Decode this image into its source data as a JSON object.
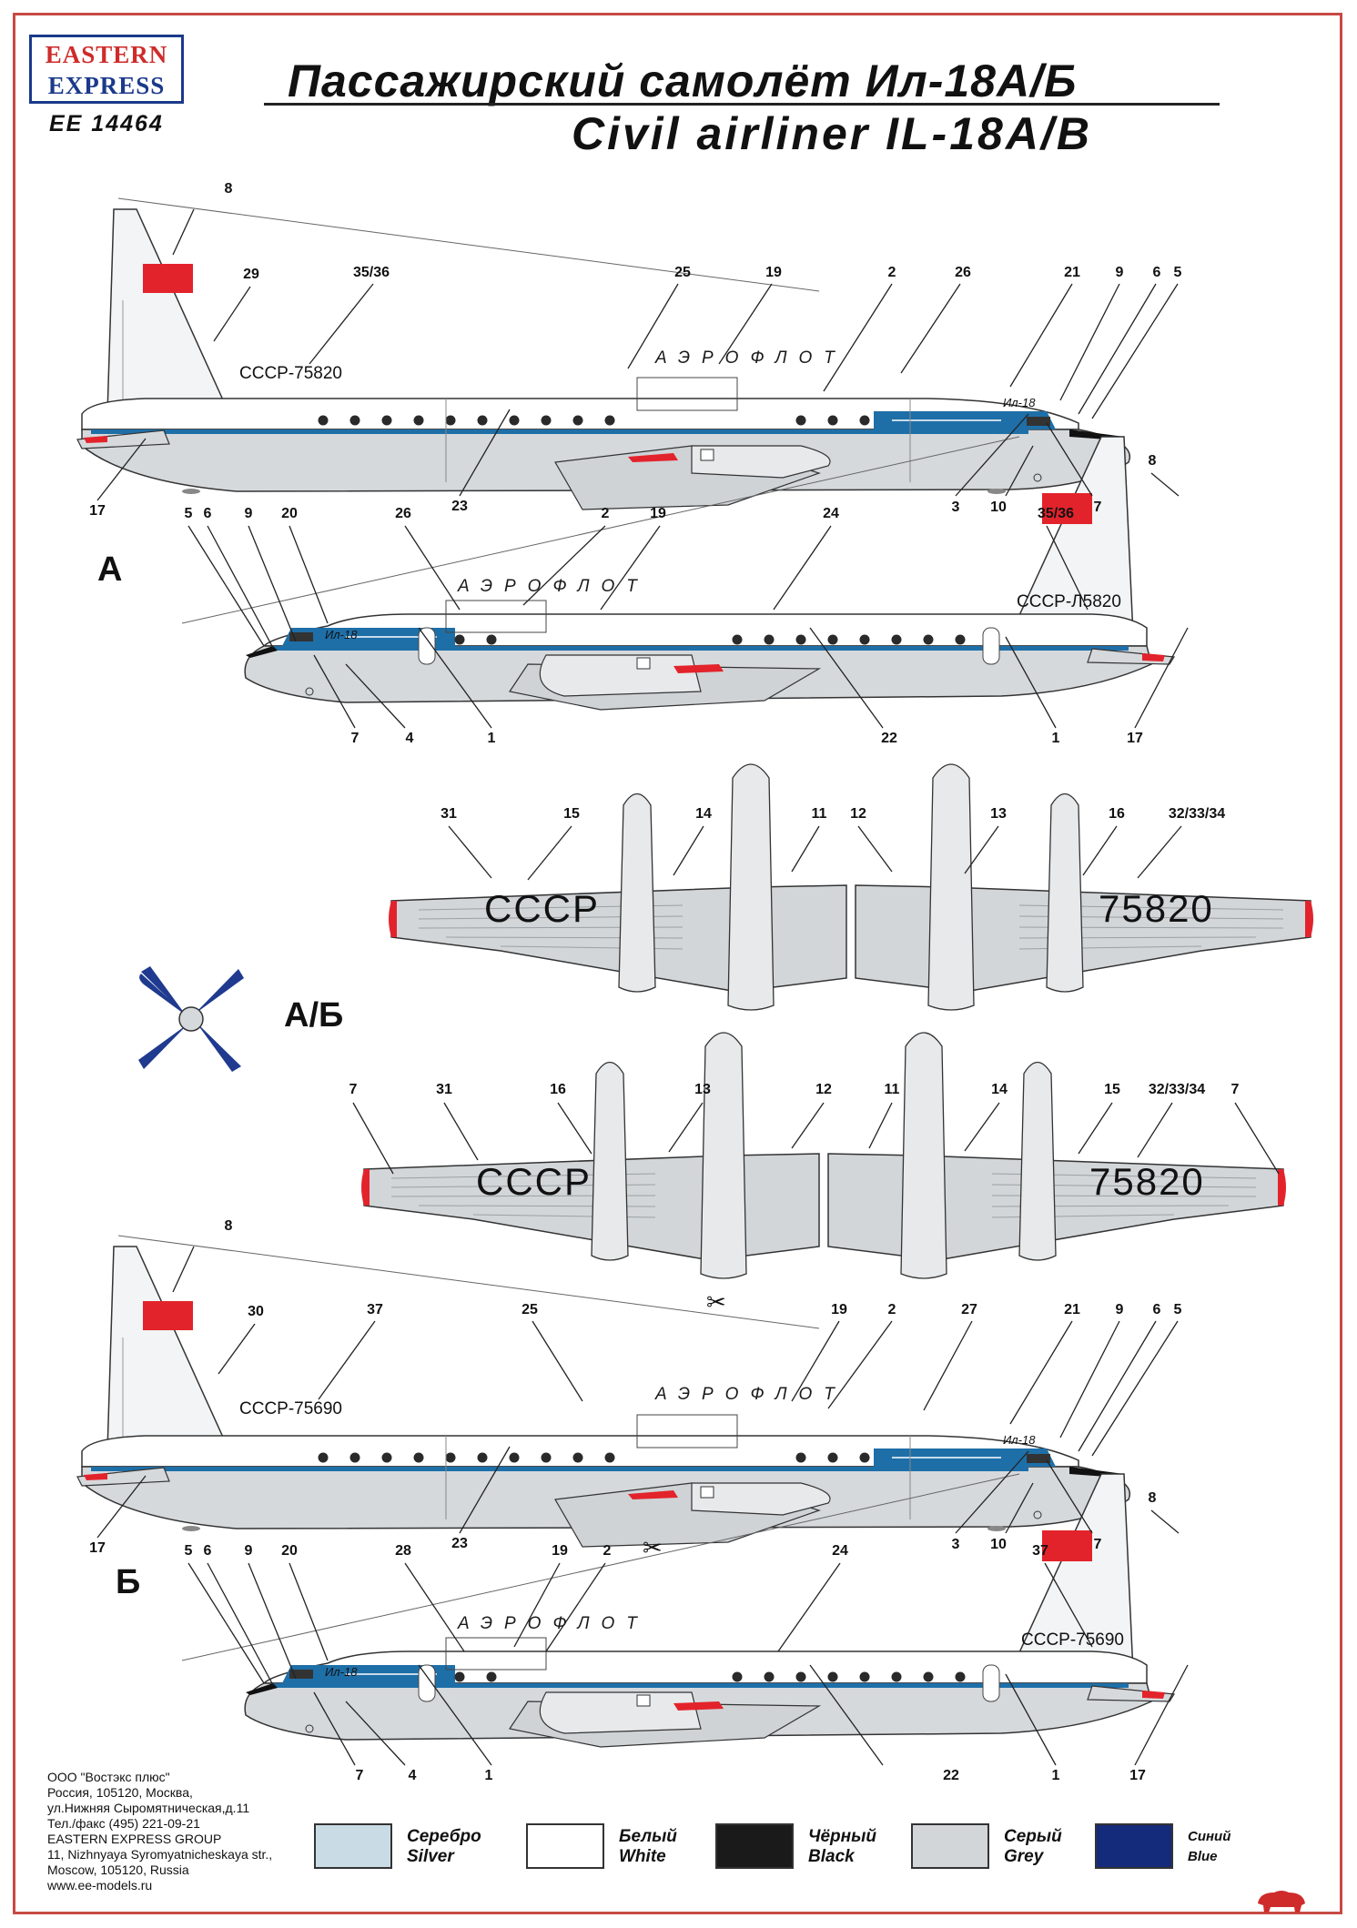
{
  "header": {
    "brand_line1": "EASTERN",
    "brand_line2": "EXPRESS",
    "product_code": "EE 14464",
    "title_ru": "Пассажирский самолёт Ил-18А/Б",
    "title_en": "Civil airliner IL-18A/B"
  },
  "variants": {
    "a": "А",
    "ab": "А/Б",
    "b": "Б"
  },
  "markings": {
    "airline_text": "АЭРОФЛОТ",
    "type_script": "Ил-18",
    "reg_a": "СССР-75820",
    "reg_a_right": "СССР-Л5820",
    "reg_b": "СССР-75690",
    "wing_cccp": "СССР",
    "wing_number": "75820"
  },
  "callouts": {
    "p1": [
      "8",
      "29",
      "35/36",
      "25",
      "19",
      "2",
      "26",
      "21",
      "9",
      "6",
      "5",
      "17",
      "23",
      "3",
      "10",
      "7"
    ],
    "p2": [
      "5",
      "6",
      "9",
      "20",
      "26",
      "2",
      "19",
      "24",
      "35/36",
      "8",
      "7",
      "4",
      "1",
      "22",
      "1",
      "17"
    ],
    "w1": [
      "31",
      "15",
      "14",
      "11",
      "12",
      "13",
      "16",
      "32/33/34"
    ],
    "w2": [
      "7",
      "31",
      "16",
      "13",
      "12",
      "11",
      "14",
      "15",
      "32/33/34",
      "7"
    ],
    "p3": [
      "8",
      "30",
      "37",
      "25",
      "19",
      "2",
      "27",
      "21",
      "9",
      "6",
      "5",
      "17",
      "23",
      "3",
      "10",
      "7"
    ],
    "p4": [
      "5",
      "6",
      "9",
      "20",
      "28",
      "19",
      "2",
      "24",
      "37",
      "8",
      "7",
      "4",
      "1",
      "22",
      "1",
      "17"
    ]
  },
  "footer": {
    "address": [
      "ООО \"Востэкс плюс\"",
      "Россия, 105120, Москва,",
      "ул.Нижняя Сыромятническая,д.11",
      "Тел./факс (495) 221-09-21",
      "EASTERN EXPRESS GROUP",
      "11, Nizhnyaya Syromyatnicheskaya str.,",
      "Moscow, 105120, Russia",
      "www.ee-models.ru"
    ],
    "legend": [
      {
        "ru": "Серебро",
        "en": "Silver",
        "color": "#c9dce6"
      },
      {
        "ru": "Белый",
        "en": "White",
        "color": "#ffffff"
      },
      {
        "ru": "Чёрный",
        "en": "Black",
        "color": "#1a1a1a"
      },
      {
        "ru": "Серый",
        "en": "Grey",
        "color": "#d2d6d9"
      },
      {
        "ru": "Синий",
        "en": "Blue",
        "color": "#142a7a"
      }
    ]
  },
  "colors": {
    "red": "#e3232b",
    "blue_stripe": "#1e6fa8",
    "fuselage_grey": "#d5d9dc",
    "propeller_blue": "#1f3a8f"
  }
}
